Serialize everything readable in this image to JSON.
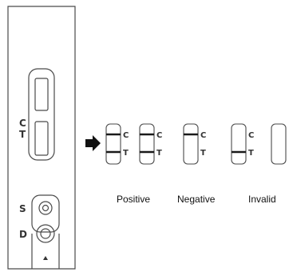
{
  "cassette": {
    "labels": {
      "control": "C",
      "test": "T",
      "sample": "S",
      "drop": "D"
    }
  },
  "results": [
    {
      "group": "Positive",
      "strips": [
        {
          "marks": {
            "control": "C",
            "test": "T"
          },
          "control_line": true,
          "test_line": true
        },
        {
          "marks": {
            "control": "C",
            "test": "T"
          },
          "control_line": true,
          "test_line": true
        }
      ]
    },
    {
      "group": "Negative",
      "strips": [
        {
          "marks": {
            "control": "C",
            "test": "T"
          },
          "control_line": true,
          "test_line": false
        }
      ]
    },
    {
      "group": "Invalid",
      "strips": [
        {
          "marks": {
            "control": "C",
            "test": "T"
          },
          "control_line": false,
          "test_line": true
        },
        {
          "marks": {
            "control": "",
            "test": ""
          },
          "control_line": false,
          "test_line": false
        }
      ]
    }
  ],
  "colors": {
    "stroke": "#4a4a4a",
    "line": "#1a1a1a",
    "label": "#333333"
  }
}
